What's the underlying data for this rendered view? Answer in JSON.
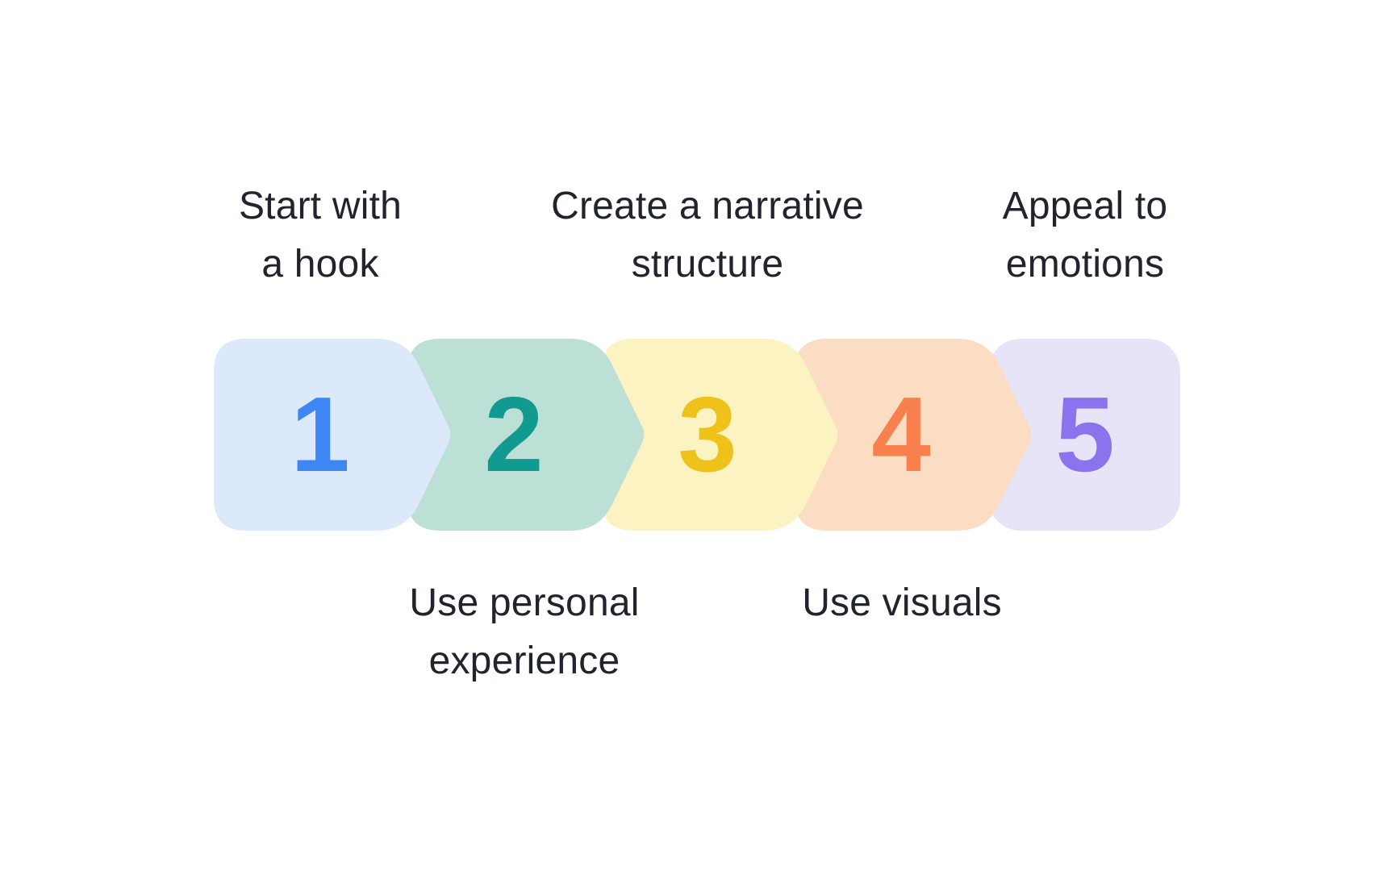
{
  "diagram": {
    "type": "process-steps",
    "background_color": "#ffffff",
    "label_text_color": "#21242d",
    "steps": [
      {
        "number": "1",
        "label": "Start with a hook",
        "label_lines": [
          "Start with",
          "a hook"
        ],
        "label_position": "top",
        "shape_color": "#dce9fb",
        "number_color": "#3e87f3"
      },
      {
        "number": "2",
        "label": "Use personal experience",
        "label_lines": [
          "Use personal",
          "experience"
        ],
        "label_position": "bottom",
        "shape_color": "#bde0d6",
        "number_color": "#119a90"
      },
      {
        "number": "3",
        "label": "Create a narrative structure",
        "label_lines": [
          "Create a narrative",
          "structure"
        ],
        "label_position": "top",
        "shape_color": "#fbf3c2",
        "number_color": "#efc21b"
      },
      {
        "number": "4",
        "label": "Use visuals",
        "label_lines": [
          "Use visuals"
        ],
        "label_position": "bottom",
        "shape_color": "#fbddc3",
        "number_color": "#f8804c"
      },
      {
        "number": "5",
        "label": "Appeal to emotions",
        "label_lines": [
          "Appeal to",
          "emotions"
        ],
        "label_position": "top",
        "shape_color": "#e7e4f8",
        "number_color": "#8a73ed"
      }
    ]
  }
}
